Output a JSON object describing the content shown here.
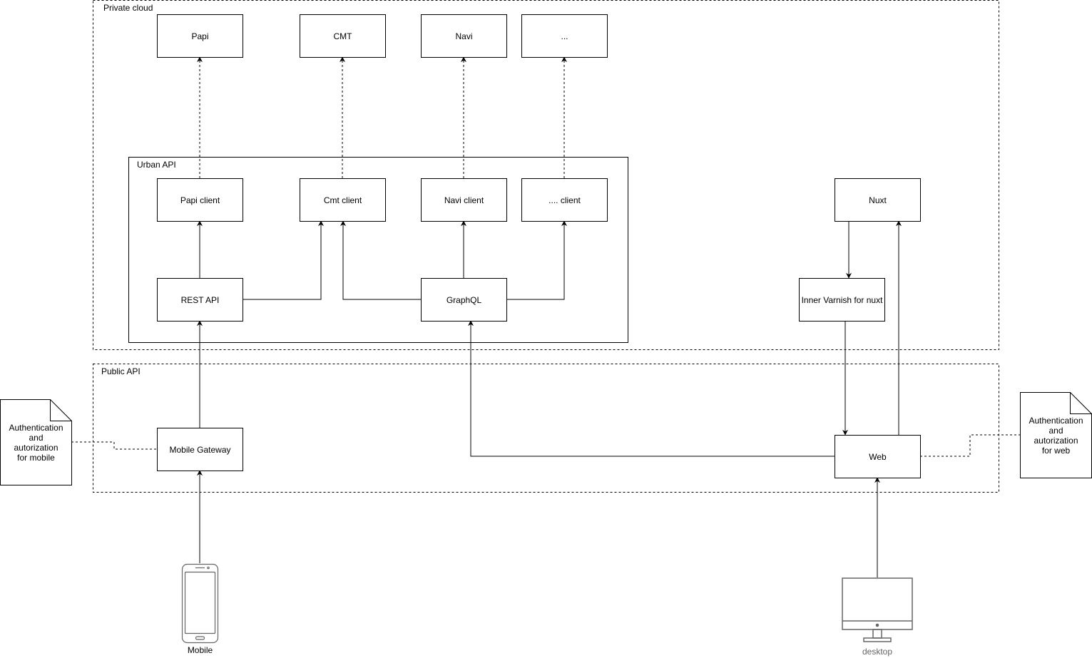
{
  "groups": {
    "private_cloud": "Private cloud",
    "urban_api": "Urban API",
    "public_api": "Public API"
  },
  "nodes": {
    "papi": "Papi",
    "cmt": "CMT",
    "navi": "Navi",
    "more": "...",
    "papi_client": "Papi client",
    "cmt_client": "Cmt client",
    "navi_client": "Navi client",
    "more_client": ".... client",
    "rest_api": "REST API",
    "graphql": "GraphQL",
    "nuxt": "Nuxt",
    "inner_varnish": "Inner Varnish for nuxt",
    "mobile_gateway": "Mobile Gateway",
    "web": "Web"
  },
  "notes": {
    "auth_mobile": [
      "Authentication",
      "and",
      "autorization",
      "for mobile"
    ],
    "auth_web": [
      "Authentication",
      "and",
      "autorization",
      "for web"
    ]
  },
  "devices": {
    "mobile": "Mobile",
    "desktop": "desktop"
  },
  "colors": {
    "stroke": "#000000",
    "device_stroke": "#666666",
    "background": "#ffffff"
  },
  "icons": {
    "mobile": "smartphone-icon",
    "desktop": "monitor-icon"
  }
}
